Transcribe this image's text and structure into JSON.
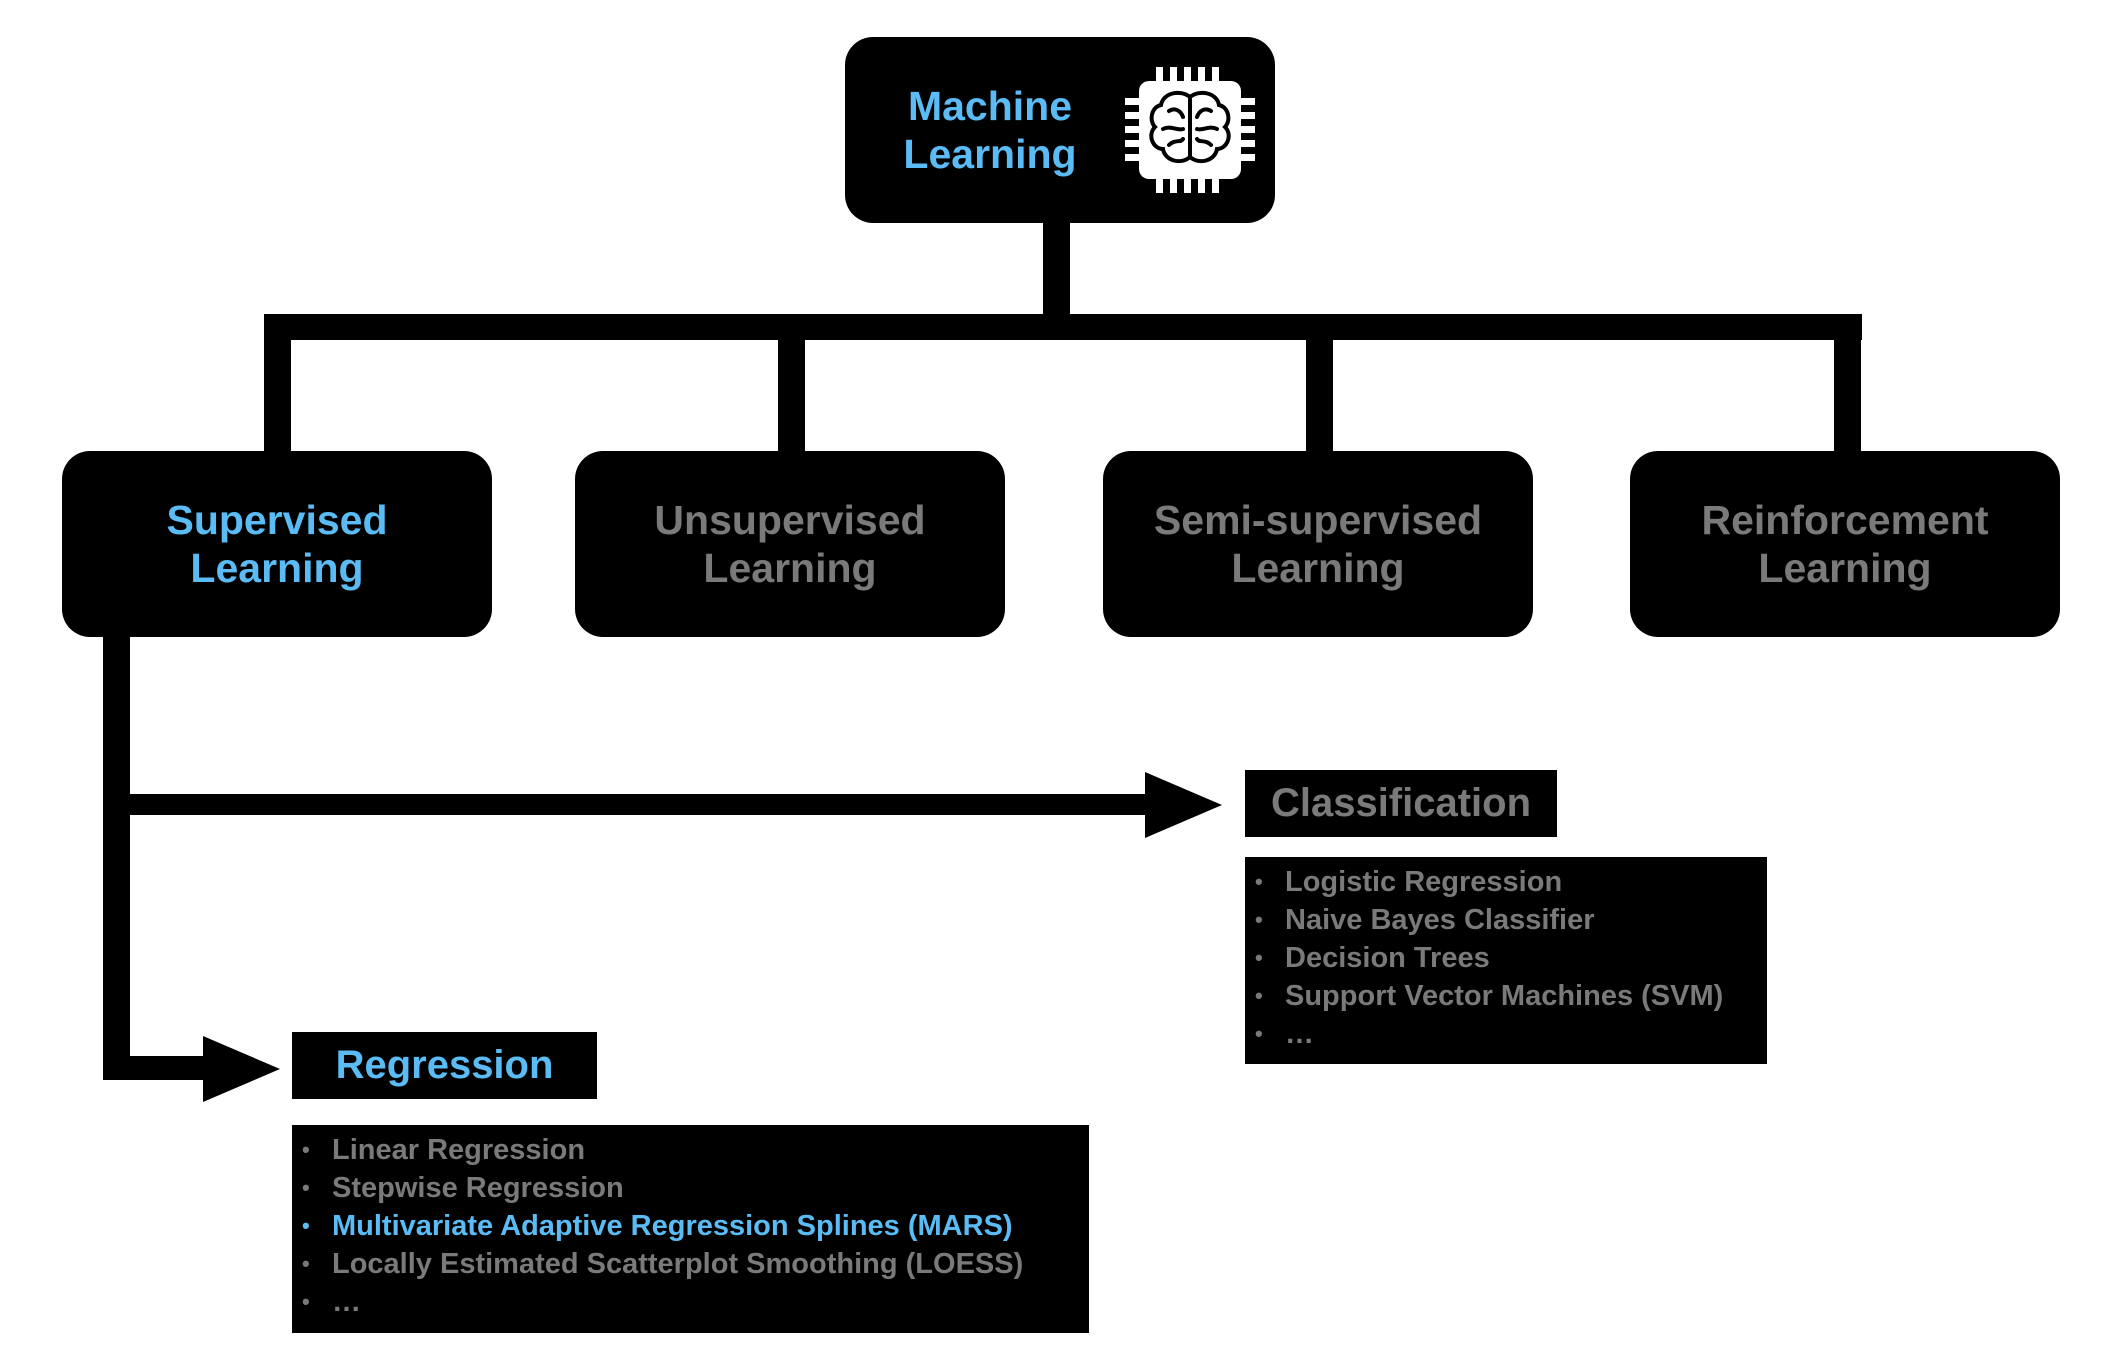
{
  "colors": {
    "accent": "#5bbcf5",
    "muted": "#7a7a7a",
    "box": "#000000",
    "background": "#ffffff"
  },
  "root": {
    "line1": "Machine",
    "line2": "Learning",
    "icon": "brain-chip-icon"
  },
  "categories": [
    {
      "line1": "Supervised",
      "line2": "Learning",
      "highlighted": true
    },
    {
      "line1": "Unsupervised",
      "line2": "Learning",
      "highlighted": false
    },
    {
      "line1": "Semi-supervised",
      "line2": "Learning",
      "highlighted": false
    },
    {
      "line1": "Reinforcement",
      "line2": "Learning",
      "highlighted": false
    }
  ],
  "classification": {
    "title": "Classification",
    "items": [
      "Logistic Regression",
      "Naive Bayes Classifier",
      "Decision Trees",
      "Support Vector Machines (SVM)",
      "…"
    ]
  },
  "regression": {
    "title": "Regression",
    "items": [
      "Linear Regression",
      "Stepwise Regression",
      "Multivariate Adaptive Regression Splines (MARS)",
      "Locally Estimated Scatterplot Smoothing (LOESS)",
      "…"
    ],
    "highlighted_index": 2
  },
  "bullet": "•"
}
